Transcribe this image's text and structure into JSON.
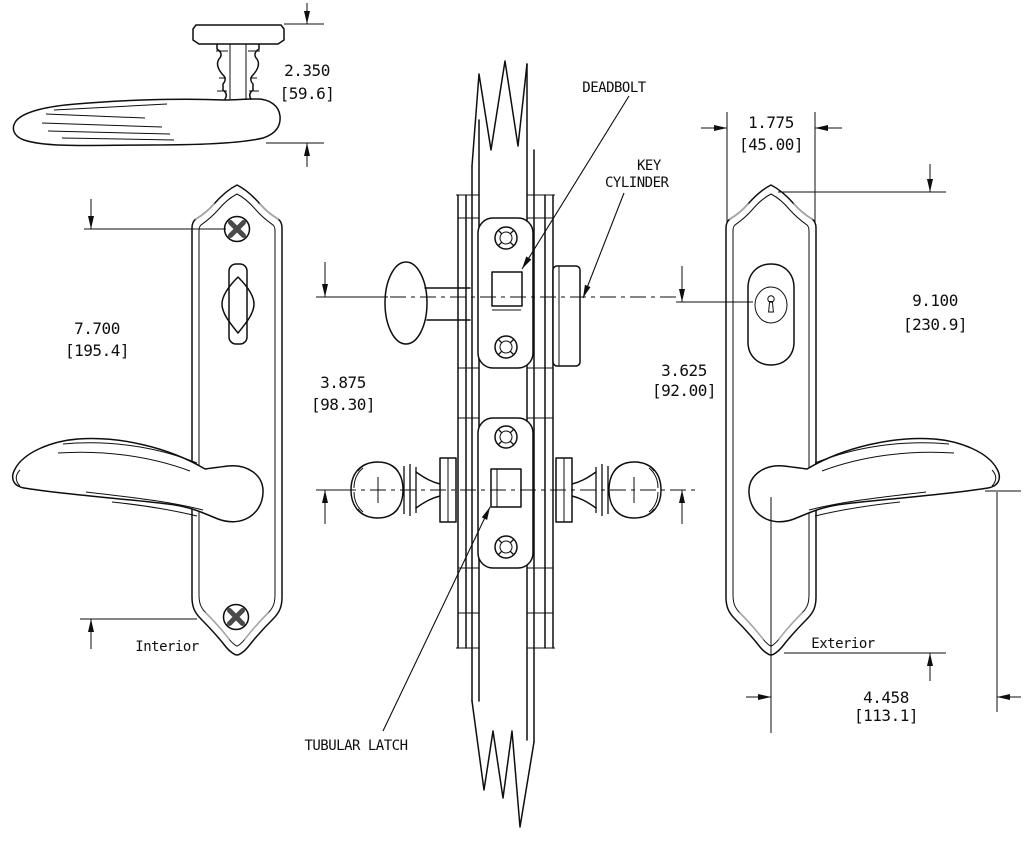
{
  "drawing": {
    "callouts": {
      "deadbolt": "DEADBOLT",
      "key": "KEY",
      "cylinder": "CYLINDER",
      "tubular_latch": "TUBULAR LATCH"
    },
    "sides": {
      "interior": "Interior",
      "exterior": "Exterior"
    },
    "dims": {
      "handle": {
        "in": "2.350",
        "mm": "[59.6]"
      },
      "screw_spacing": {
        "in": "7.700",
        "mm": "[195.4]"
      },
      "hub_spacing": {
        "in": "3.875",
        "mm": "[98.30]"
      },
      "plate_width": {
        "in": "1.775",
        "mm": "[45.00]"
      },
      "plate_height": {
        "in": "9.100",
        "mm": "[230.9]"
      },
      "cyl_to_lever": {
        "in": "3.625",
        "mm": "[92.00]"
      },
      "lever_reach": {
        "in": "4.458",
        "mm": "[113.1]"
      }
    },
    "colors": {
      "line": "#0e0e0e",
      "background": "#ffffff",
      "shade": "#a8a8a8"
    }
  }
}
